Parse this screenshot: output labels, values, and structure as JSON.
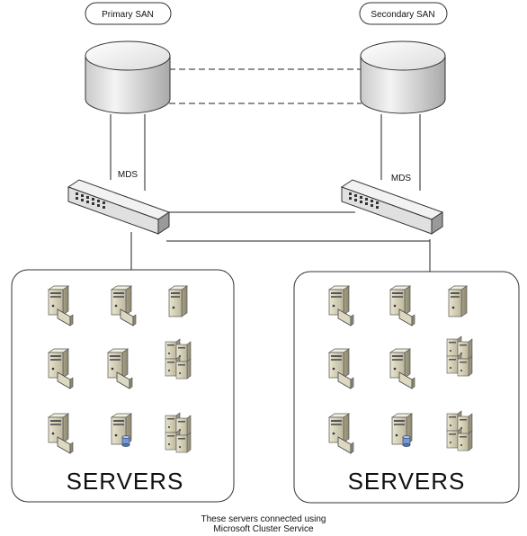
{
  "primary_san": {
    "label": "Primary SAN",
    "switch_label": "MDS"
  },
  "secondary_san": {
    "label": "Secondary SAN",
    "switch_label": "MDS"
  },
  "left_group": {
    "label": "SERVERS"
  },
  "right_group": {
    "label": "SERVERS"
  },
  "caption": {
    "line1": "These servers connected using",
    "line2": "Microsoft Cluster Service"
  }
}
